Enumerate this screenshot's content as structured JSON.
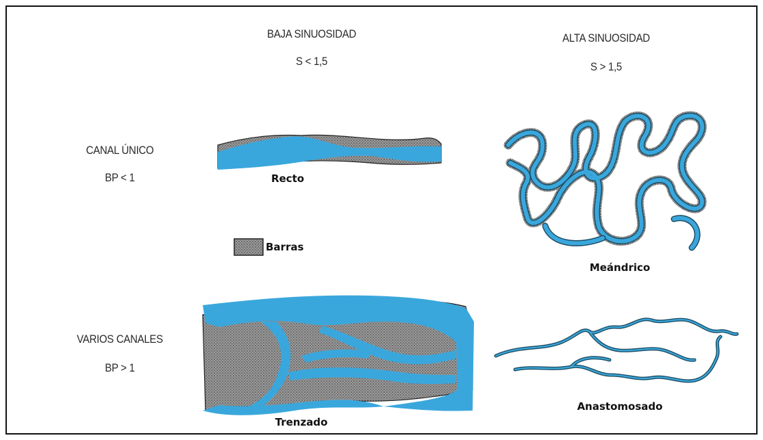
{
  "headers": {
    "low_sinuosity_title": "BAJA SINUOSIDAD",
    "low_sinuosity_rule": "S < 1,5",
    "high_sinuosity_title": "ALTA SINUOSIDAD",
    "high_sinuosity_rule": "S > 1,5",
    "single_channel_title": "CANAL ÚNICO",
    "single_channel_rule": "BP < 1",
    "multi_channel_title": "VARIOS CANALES",
    "multi_channel_rule": "BP > 1"
  },
  "labels": {
    "straight": "Recto",
    "bars_legend": "Barras",
    "meandering": "Meándrico",
    "braided": "Trenzado",
    "anastomosed": "Anastomosado"
  },
  "colors": {
    "water": "#3aa7dc",
    "bars": "#8f8f8f",
    "river_line": "#2f6f8f",
    "text": "#2a2a2a"
  }
}
